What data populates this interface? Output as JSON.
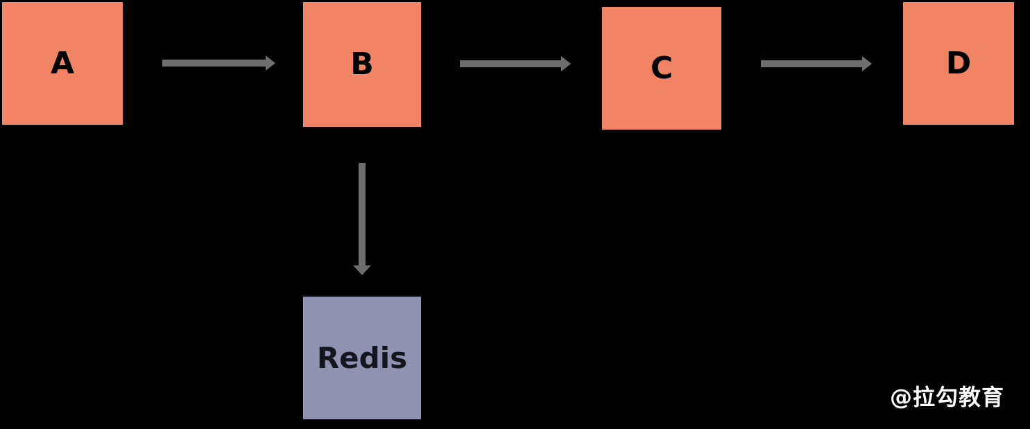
{
  "diagram": {
    "background": "#000000",
    "arrow_color": "#6E6E6E",
    "node_fill": "#F08465",
    "redis_fill": "#8F93B1",
    "nodes": [
      {
        "id": "a",
        "label": "A",
        "fill": "#F08465",
        "text_color": "#000000"
      },
      {
        "id": "b",
        "label": "B",
        "fill": "#F08465",
        "text_color": "#000000"
      },
      {
        "id": "c",
        "label": "C",
        "fill": "#F08465",
        "text_color": "#000000"
      },
      {
        "id": "d",
        "label": "D",
        "fill": "#F08465",
        "text_color": "#000000"
      },
      {
        "id": "redis",
        "label": "Redis",
        "fill": "#8F93B1",
        "text_color": "#15151F"
      }
    ],
    "edges": [
      {
        "from": "A",
        "to": "B",
        "direction": "right"
      },
      {
        "from": "B",
        "to": "C",
        "direction": "right"
      },
      {
        "from": "C",
        "to": "D",
        "direction": "right"
      },
      {
        "from": "B",
        "to": "Redis",
        "direction": "down"
      }
    ]
  },
  "watermark": {
    "text": "@拉勾教育",
    "color": "#FFFFFF"
  }
}
